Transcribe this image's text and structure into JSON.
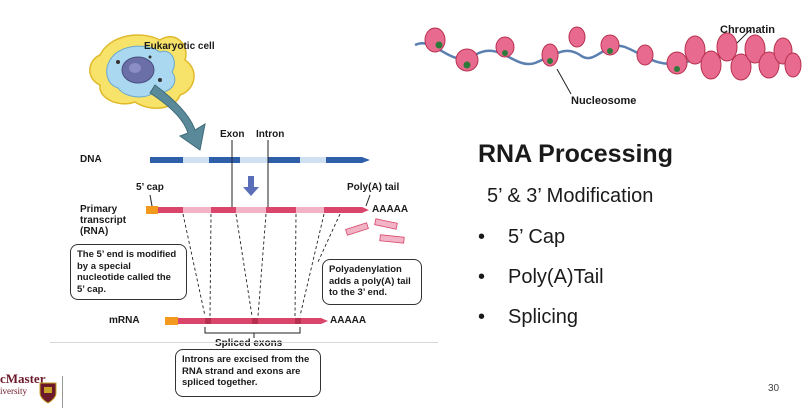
{
  "figure": {
    "cell_label": "Eukaryotic cell",
    "exon_label": "Exon",
    "intron_label": "Intron",
    "dna_label": "DNA",
    "cap_label": "5’ cap",
    "polya_label": "Poly(A) tail",
    "primary_label_1": "Primary",
    "primary_label_2": "transcript",
    "primary_label_3": "(RNA)",
    "aaaaa_1": "AAAAA",
    "aaaaa_2": "AAAAA",
    "mrna_label": "mRNA",
    "spliced_label": "Spliced exons",
    "callout_cap": "The 5’ end is modified by a special nucleotide called the 5’ cap.",
    "callout_polya": "Polyadenylation adds a poly(A) tail to the 3’ end.",
    "callout_introns": "Introns are excised from the RNA strand and exons are spliced together."
  },
  "chromatin": {
    "chromatin_label": "Chromatin",
    "nucleosome_label": "Nucleosome"
  },
  "slide": {
    "title": "RNA Processing",
    "subtitle": "5’ & 3’ Modification",
    "bullets": [
      "5’ Cap",
      "Poly(A)Tail",
      "Splicing"
    ],
    "page_number": "30"
  },
  "logo": {
    "line1": "cMaster",
    "line2": "iversity"
  },
  "colors": {
    "dna_blue": "#2f5fa8",
    "exon_light": "#cfe0f2",
    "rna_pink": "#d9456b",
    "intron_pink": "#f2b3c6",
    "cap_orange": "#f39a1e",
    "arrow_teal": "#5a8a9a",
    "nucleosome_pink": "#e86b8f",
    "linker_blue": "#5a7fb0",
    "logo_maroon": "#6b1a2a"
  }
}
